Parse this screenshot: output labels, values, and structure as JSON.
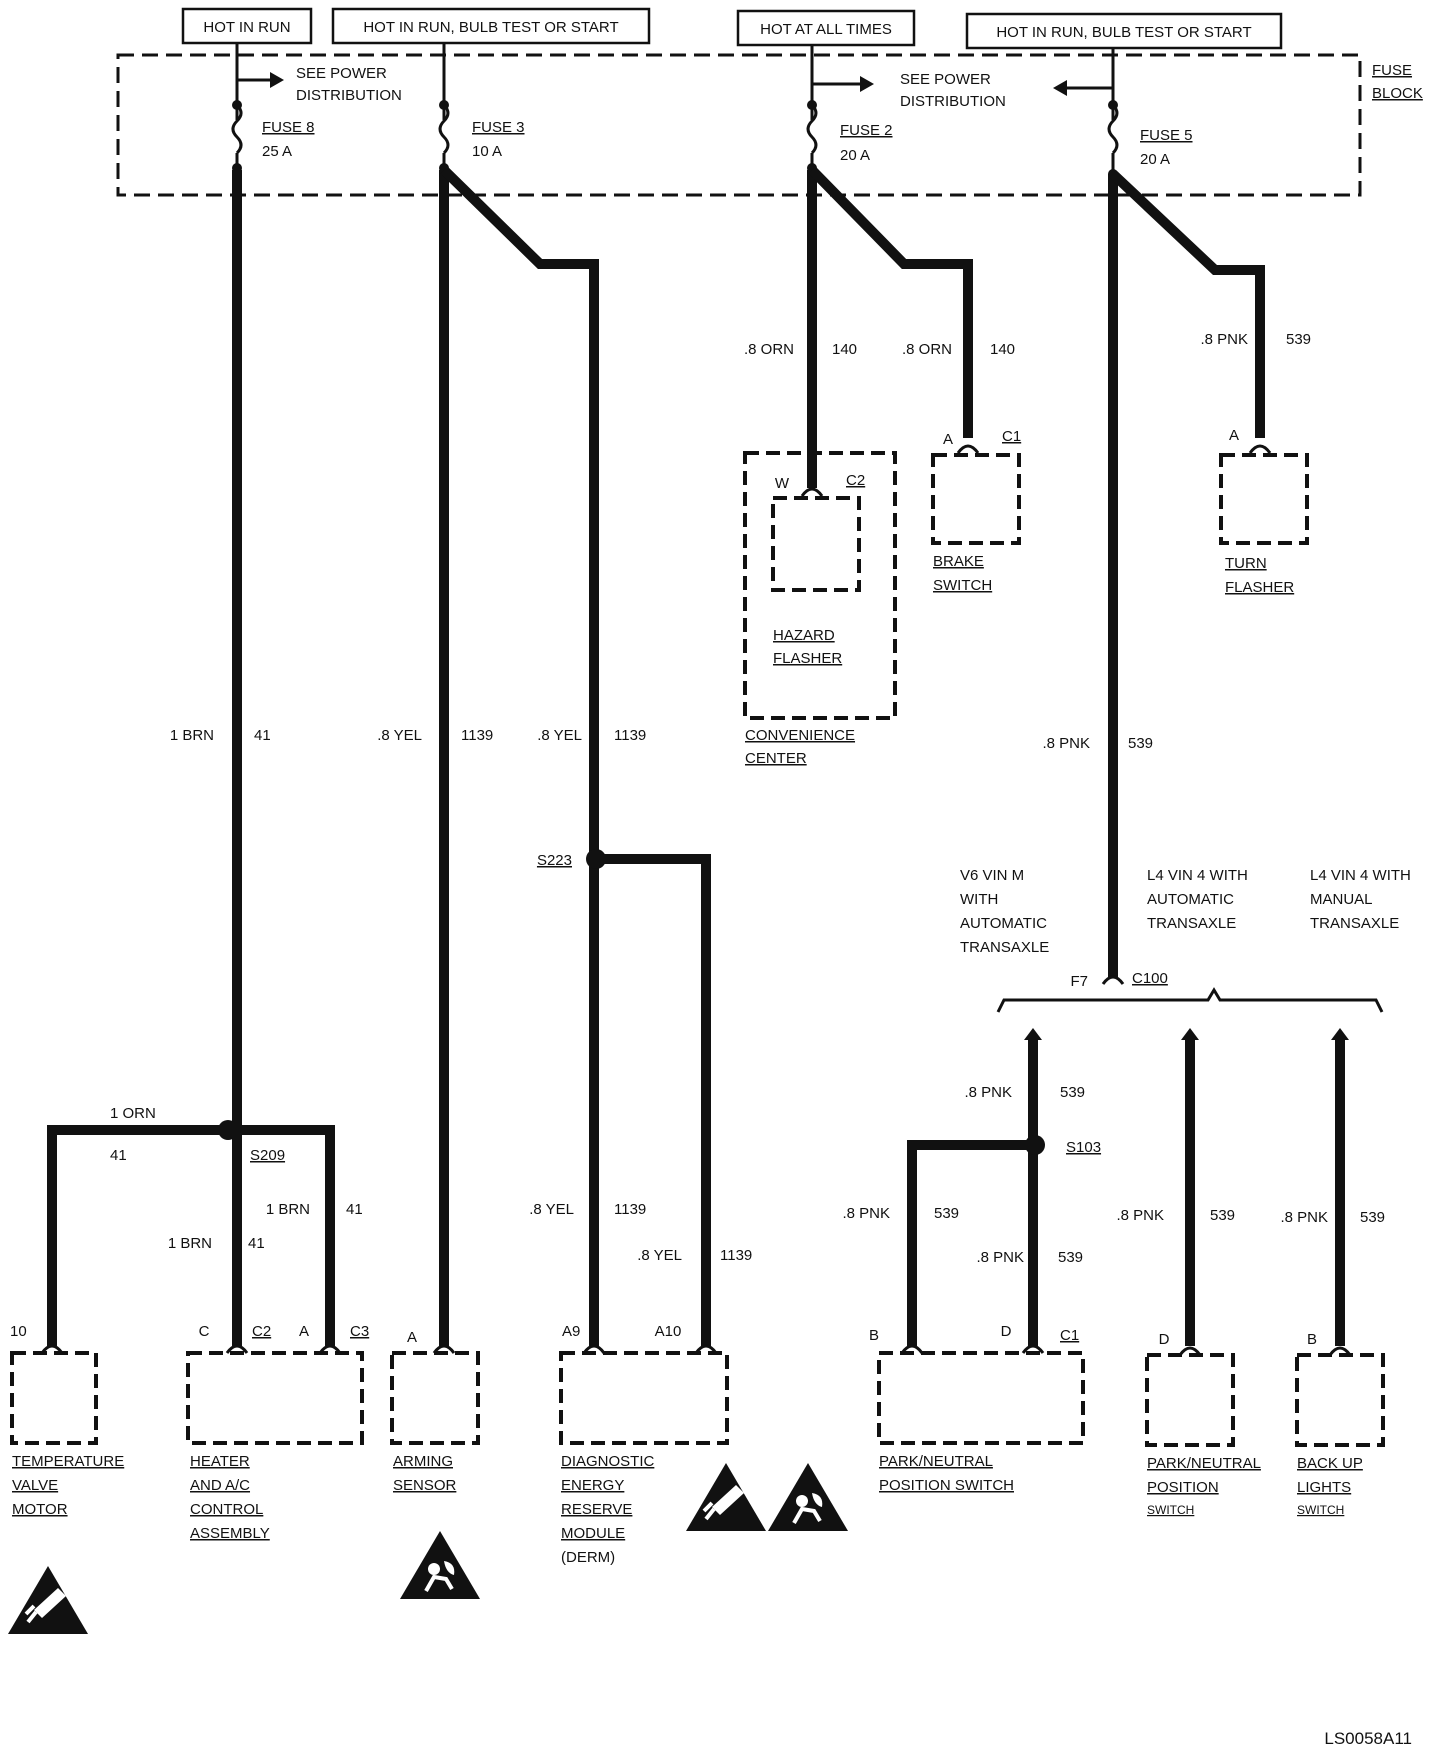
{
  "headers": {
    "hot_in_run": "HOT IN RUN",
    "hot_run_bulb_1": "HOT IN RUN, BULB TEST OR START",
    "hot_all_times": "HOT AT ALL TIMES",
    "hot_run_bulb_2": "HOT IN RUN, BULB TEST OR START"
  },
  "fuse_block": {
    "label_line1": "FUSE",
    "label_line2": "BLOCK",
    "see_power_1_line1": "SEE POWER",
    "see_power_1_line2": "DISTRIBUTION",
    "see_power_2_line1": "SEE POWER",
    "see_power_2_line2": "DISTRIBUTION"
  },
  "fuses": {
    "f8": {
      "name": "FUSE 8",
      "rating": "25 A"
    },
    "f3": {
      "name": "FUSE 3",
      "rating": "10 A"
    },
    "f2": {
      "name": "FUSE 2",
      "rating": "20 A"
    },
    "f5": {
      "name": "FUSE 5",
      "rating": "20 A"
    }
  },
  "wires": {
    "w41_main": {
      "gauge": "1 BRN",
      "circuit": "41"
    },
    "w1139_a": {
      "gauge": ".8 YEL",
      "circuit": "1139"
    },
    "w1139_b": {
      "gauge": ".8 YEL",
      "circuit": "1139"
    },
    "w140_a": {
      "gauge": ".8 ORN",
      "circuit": "140"
    },
    "w140_b": {
      "gauge": ".8 ORN",
      "circuit": "140"
    },
    "w539_top": {
      "gauge": ".8 PNK",
      "circuit": "539"
    },
    "w539_main": {
      "gauge": ".8 PNK",
      "circuit": "539"
    },
    "w41_orn": {
      "gauge": "1 ORN",
      "circuit": "41"
    },
    "w41_c3": {
      "gauge": "1 BRN",
      "circuit": "41"
    },
    "w41_c2": {
      "gauge": "1 BRN",
      "circuit": "41"
    },
    "w1139_a9": {
      "gauge": ".8 YEL",
      "circuit": "1139"
    },
    "w1139_a10": {
      "gauge": ".8 YEL",
      "circuit": "1139"
    },
    "w539_v6": {
      "gauge": ".8 PNK",
      "circuit": "539"
    },
    "w539_b": {
      "gauge": ".8 PNK",
      "circuit": "539"
    },
    "w539_d": {
      "gauge": ".8 PNK",
      "circuit": "539"
    },
    "w539_l4a": {
      "gauge": ".8 PNK",
      "circuit": "539"
    },
    "w539_l4m": {
      "gauge": ".8 PNK",
      "circuit": "539"
    }
  },
  "splices": {
    "s209": "S209",
    "s223": "S223",
    "s103": "S103"
  },
  "connectors": {
    "c1_brake": "C1",
    "a_brake": "A",
    "c2_hazard": "C2",
    "w_hazard": "W",
    "a_turn": "A",
    "c100": "C100",
    "f7": "F7",
    "pin10": "10",
    "c_heater": "C",
    "c2_heater": "C2",
    "a_heater": "A",
    "c3_heater": "C3",
    "a_arming": "A",
    "a9": "A9",
    "a10": "A10",
    "b_pnp": "B",
    "d_pnp": "D",
    "c1_pnp": "C1",
    "d_pnp2": "D",
    "b_backup": "B"
  },
  "options": {
    "v6": [
      "V6 VIN M",
      "WITH",
      "AUTOMATIC",
      "TRANSAXLE"
    ],
    "l4_auto": [
      "L4 VIN 4 WITH",
      "AUTOMATIC",
      "TRANSAXLE"
    ],
    "l4_manual": [
      "L4 VIN 4 WITH",
      "MANUAL",
      "TRANSAXLE"
    ]
  },
  "components": {
    "convenience_center": [
      "CONVENIENCE",
      "CENTER"
    ],
    "hazard_flasher": [
      "HAZARD",
      "FLASHER"
    ],
    "brake_switch": [
      "BRAKE",
      "SWITCH"
    ],
    "turn_flasher": [
      "TURN",
      "FLASHER"
    ],
    "temp_valve_motor": [
      "TEMPERATURE",
      "VALVE",
      "MOTOR"
    ],
    "heater_ac": [
      "HEATER",
      "AND A/C",
      "CONTROL",
      "ASSEMBLY"
    ],
    "arming_sensor": [
      "ARMING",
      "SENSOR"
    ],
    "derm": [
      "DIAGNOSTIC",
      "ENERGY",
      "RESERVE",
      "MODULE",
      "(DERM)"
    ],
    "pnp_switch_1": [
      "PARK/NEUTRAL",
      "POSITION SWITCH"
    ],
    "pnp_switch_2": [
      "PARK/NEUTRAL",
      "POSITION",
      "SWITCH"
    ],
    "backup_switch": [
      "BACK UP",
      "LIGHTS",
      "SWITCH"
    ]
  },
  "figure_code": "LS0058A11",
  "icons": [
    "esd-warning-icon",
    "airbag-warning-icon"
  ]
}
